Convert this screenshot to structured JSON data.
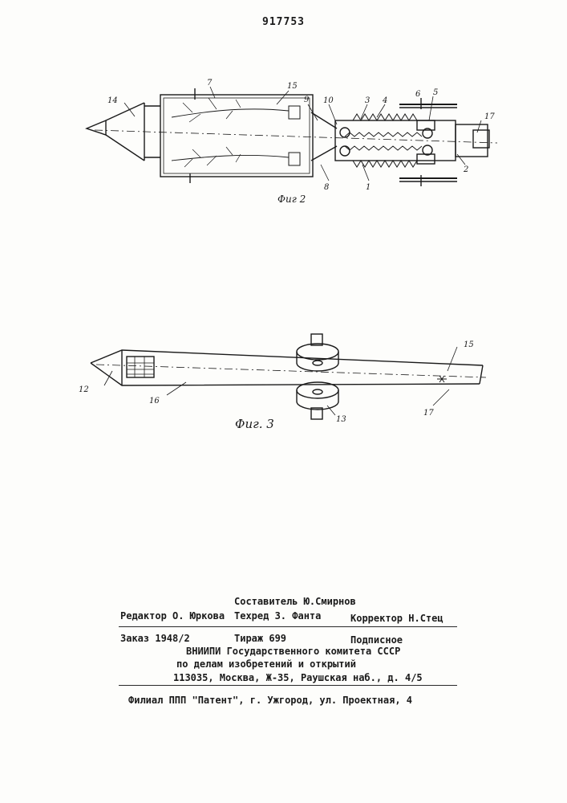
{
  "patent_number": "917753",
  "figures": [
    {
      "caption": "Фиг 2",
      "part_numbers": [
        "14",
        "7",
        "15",
        "9",
        "10",
        "3",
        "4",
        "6",
        "5",
        "17",
        "2",
        "8",
        "1"
      ]
    },
    {
      "caption": "Фиг. 3",
      "part_numbers": [
        "15",
        "12",
        "16",
        "13",
        "17"
      ]
    }
  ],
  "colophon": {
    "composer": "Составитель Ю.Смирнов",
    "editor": "Редактор О. Юркова",
    "techred": "Техред З. Фанта",
    "corrector": "Корректор Н.Стец",
    "order": "Заказ 1948/2",
    "circulation": "Тираж 699",
    "subscription": "Подписное",
    "institute": "ВНИИПИ Государственного комитета СССР",
    "committee": "по делам изобретений и открытий",
    "address": "113035, Москва, Ж-35, Раушская наб., д. 4/5",
    "branch": "Филиал ППП \"Патент\", г. Ужгород, ул. Проектная, 4"
  }
}
